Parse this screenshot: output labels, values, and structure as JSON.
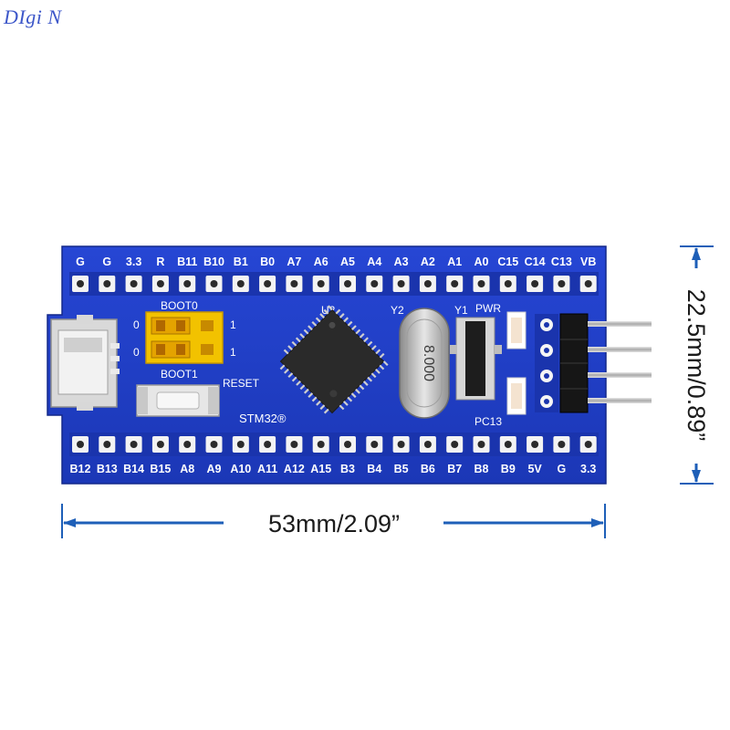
{
  "watermark": "DIgi N",
  "top_pins": [
    "G",
    "G",
    "3.3",
    "R",
    "B11",
    "B10",
    "B1",
    "B0",
    "A7",
    "A6",
    "A5",
    "A4",
    "A3",
    "A2",
    "A1",
    "A0",
    "C15",
    "C14",
    "C13",
    "VB"
  ],
  "bottom_pins": [
    "B12",
    "B13",
    "B14",
    "B15",
    "A8",
    "A9",
    "A10",
    "A11",
    "A12",
    "A15",
    "B3",
    "B4",
    "B5",
    "B6",
    "B7",
    "B8",
    "B9",
    "5V",
    "G",
    "3.3"
  ],
  "silkscreen": {
    "boot0": "BOOT0",
    "boot1": "BOOT1",
    "reset": "RESET",
    "stm32": "STM32®",
    "u2": "U2",
    "y2": "Y2",
    "y1": "Y1",
    "pwr": "PWR",
    "pc13": "PC13",
    "jumper_zero_1": "0",
    "jumper_zero_2": "0",
    "jumper_one_1": "1",
    "jumper_one_2": "1",
    "crystal": "8.000"
  },
  "dimensions": {
    "width": "53mm/2.09”",
    "height": "22.5mm/0.89”"
  },
  "colors": {
    "pcb": "#1f3fc8",
    "jumper": "#f2c200",
    "dimension_line": "#1e5fb8"
  }
}
